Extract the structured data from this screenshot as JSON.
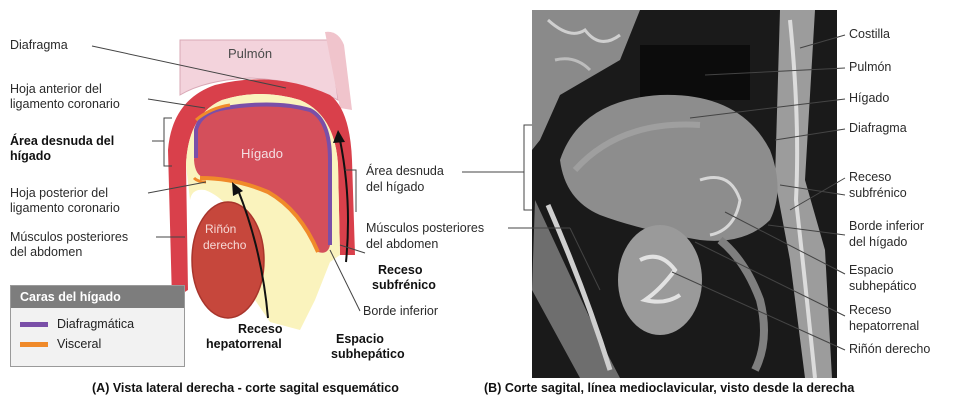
{
  "colors": {
    "lung": "#f3d3dc",
    "liver": "#d44f5b",
    "diaphragmatic": "#7a4fa8",
    "visceral": "#f08a2a",
    "peritoneum_yellow": "#faf3bd",
    "kidney": "#c6473c",
    "muscle": "#f2a2a0"
  },
  "panel_a": {
    "caption": "(A) Vista lateral derecha - corte sagital esquemático",
    "organ_labels": {
      "lung": "Pulmón",
      "liver": "Hígado",
      "kidney_line1": "Riñón",
      "kidney_line2": "derecho"
    },
    "left_labels": {
      "diaphragm": "Diafragma",
      "anterior_leaf_1": "Hoja anterior del",
      "anterior_leaf_2": "ligamento coronario",
      "bare_area_1": "Área desnuda del",
      "bare_area_2": "hígado",
      "posterior_leaf_1": "Hoja posterior del",
      "posterior_leaf_2": "ligamento coronario",
      "muscles_1": "Músculos posteriores",
      "muscles_2": "del abdomen"
    },
    "right_labels": {
      "bare_area_1": "Área desnuda",
      "bare_area_2": "del hígado",
      "muscles_1": "Músculos posteriores",
      "muscles_2": "del abdomen",
      "subphrenic_1": "Receso",
      "subphrenic_2": "subfrénico",
      "inferior_border": "Borde inferior",
      "hepatorenal_1": "Receso",
      "hepatorenal_2": "hepatorrenal",
      "subhepatic_1": "Espacio",
      "subhepatic_2": "subhepático"
    },
    "legend": {
      "title": "Caras del hígado",
      "items": [
        {
          "label": "Diafragmática",
          "color": "#7a4fa8"
        },
        {
          "label": "Visceral",
          "color": "#f08a2a"
        }
      ]
    }
  },
  "panel_b": {
    "caption": "(B) Corte sagital, línea medioclavicular, visto desde la derecha",
    "labels": {
      "rib": "Costilla",
      "lung": "Pulmón",
      "liver": "Hígado",
      "diaphragm": "Diafragma",
      "subphrenic_1": "Receso",
      "subphrenic_2": "subfrénico",
      "inferior_border_1": "Borde inferior",
      "inferior_border_2": "del hígado",
      "subhepatic_1": "Espacio",
      "subhepatic_2": "subhepático",
      "hepatorenal_1": "Receso",
      "hepatorenal_2": "hepatorrenal",
      "kidney": "Riñón derecho"
    }
  }
}
